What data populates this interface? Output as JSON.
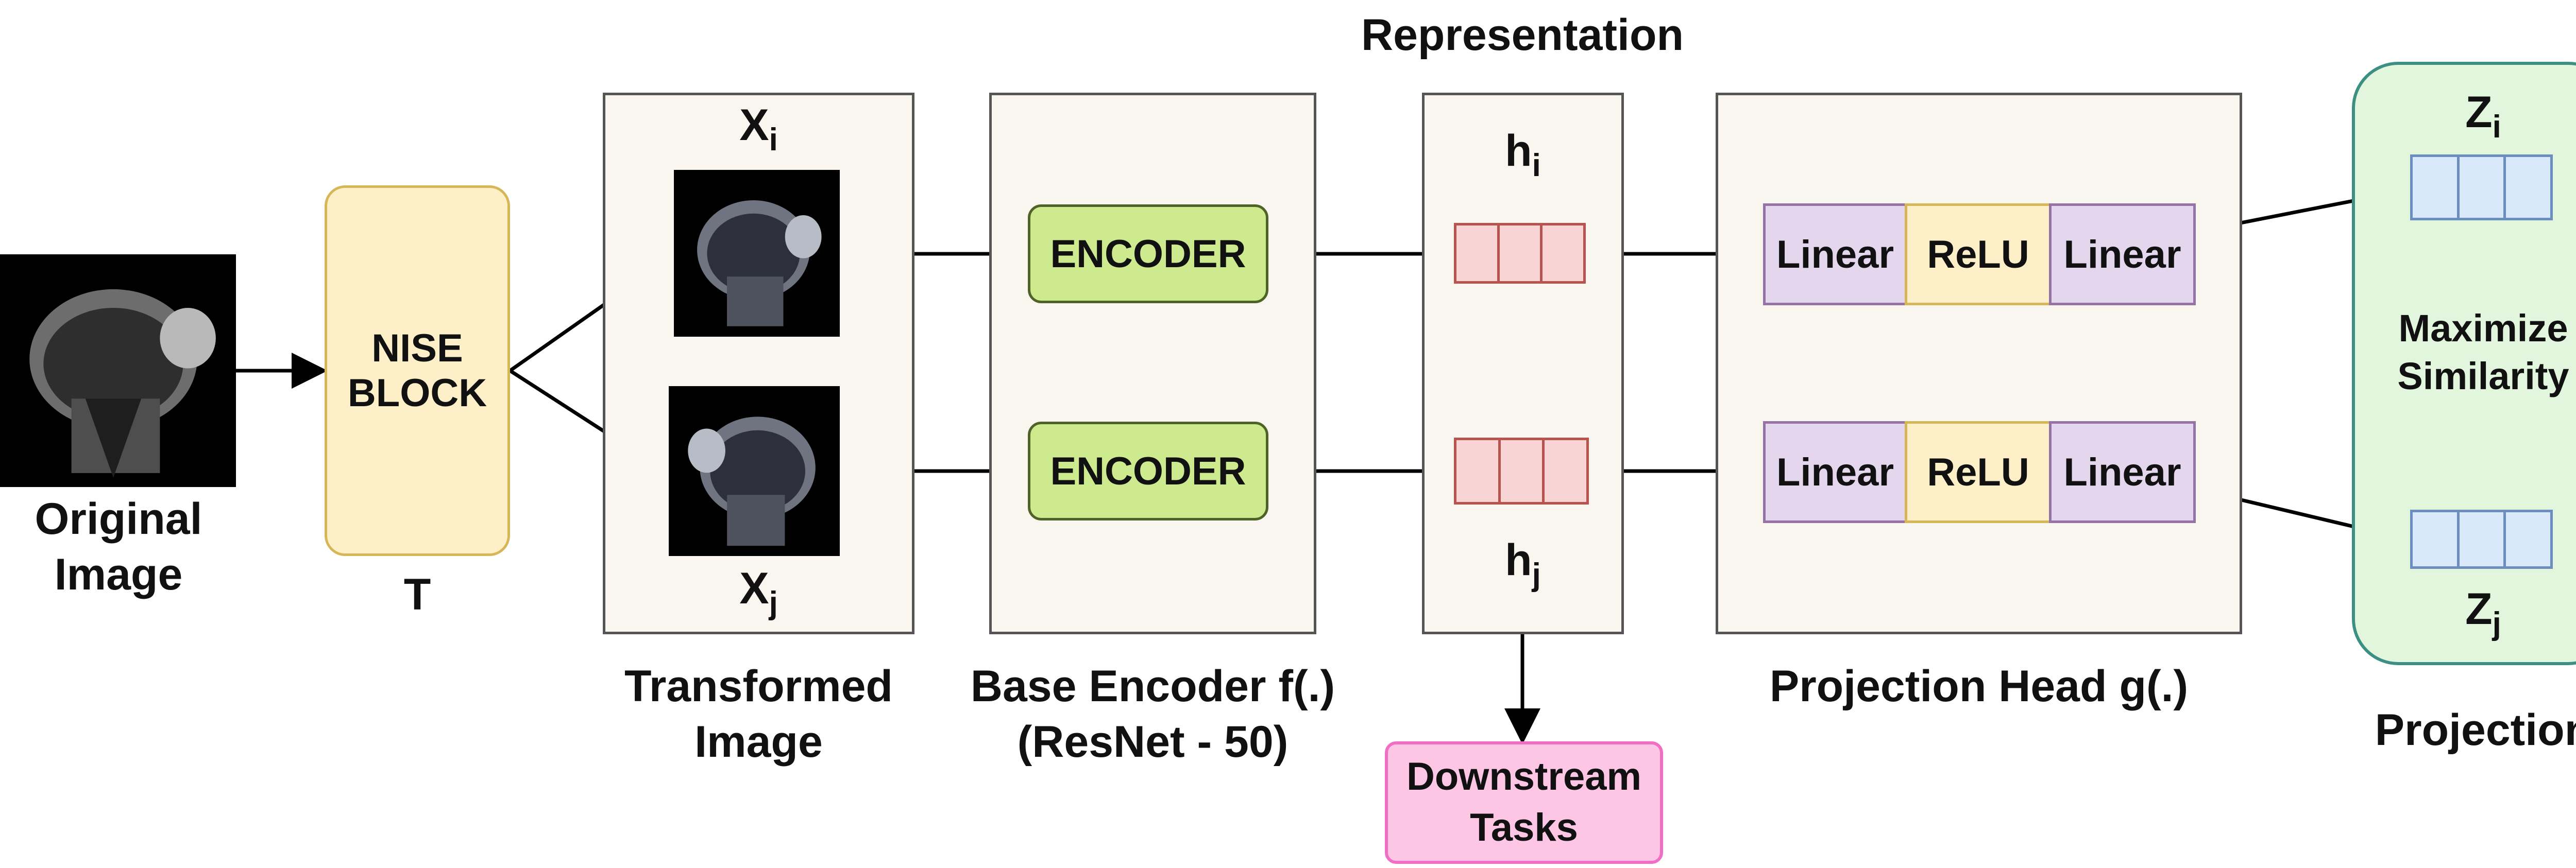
{
  "original_image": {
    "label_line1": "Original",
    "label_line2": "Image"
  },
  "nise_block": {
    "line1": "NISE",
    "line2": "BLOCK",
    "symbol": "T",
    "color": "#fdf0c8"
  },
  "transformed": {
    "top_var": "X",
    "top_sub": "i",
    "bottom_var": "X",
    "bottom_sub": "j",
    "caption_line1": "Transformed",
    "caption_line2": "Image"
  },
  "encoder": {
    "label": "ENCODER",
    "color": "#cdea8e",
    "caption_line1": "Base Encoder f(.)",
    "caption_line2": "(ResNet - 50)"
  },
  "representation": {
    "title": "Representation",
    "top_var": "h",
    "top_sub": "i",
    "bottom_var": "h",
    "bottom_sub": "j",
    "vector_color": "#f8d4d4"
  },
  "downstream": {
    "line1": "Downstream",
    "line2": "Tasks",
    "color": "#fcc6e4"
  },
  "projection_head": {
    "linear1": "Linear",
    "relu": "ReLU",
    "linear2": "Linear",
    "caption": "Projection Head g(.)",
    "linear_color": "#e4d6ec",
    "relu_color": "#fdf0c8"
  },
  "projection": {
    "top_var": "Z",
    "top_sub": "i",
    "bottom_var": "Z",
    "bottom_sub": "j",
    "sim_line1": "Maximize",
    "sim_line2": "Similarity",
    "caption": "Projection",
    "panel_color": "#e2f5dd",
    "vector_color": "#dae8fc"
  }
}
